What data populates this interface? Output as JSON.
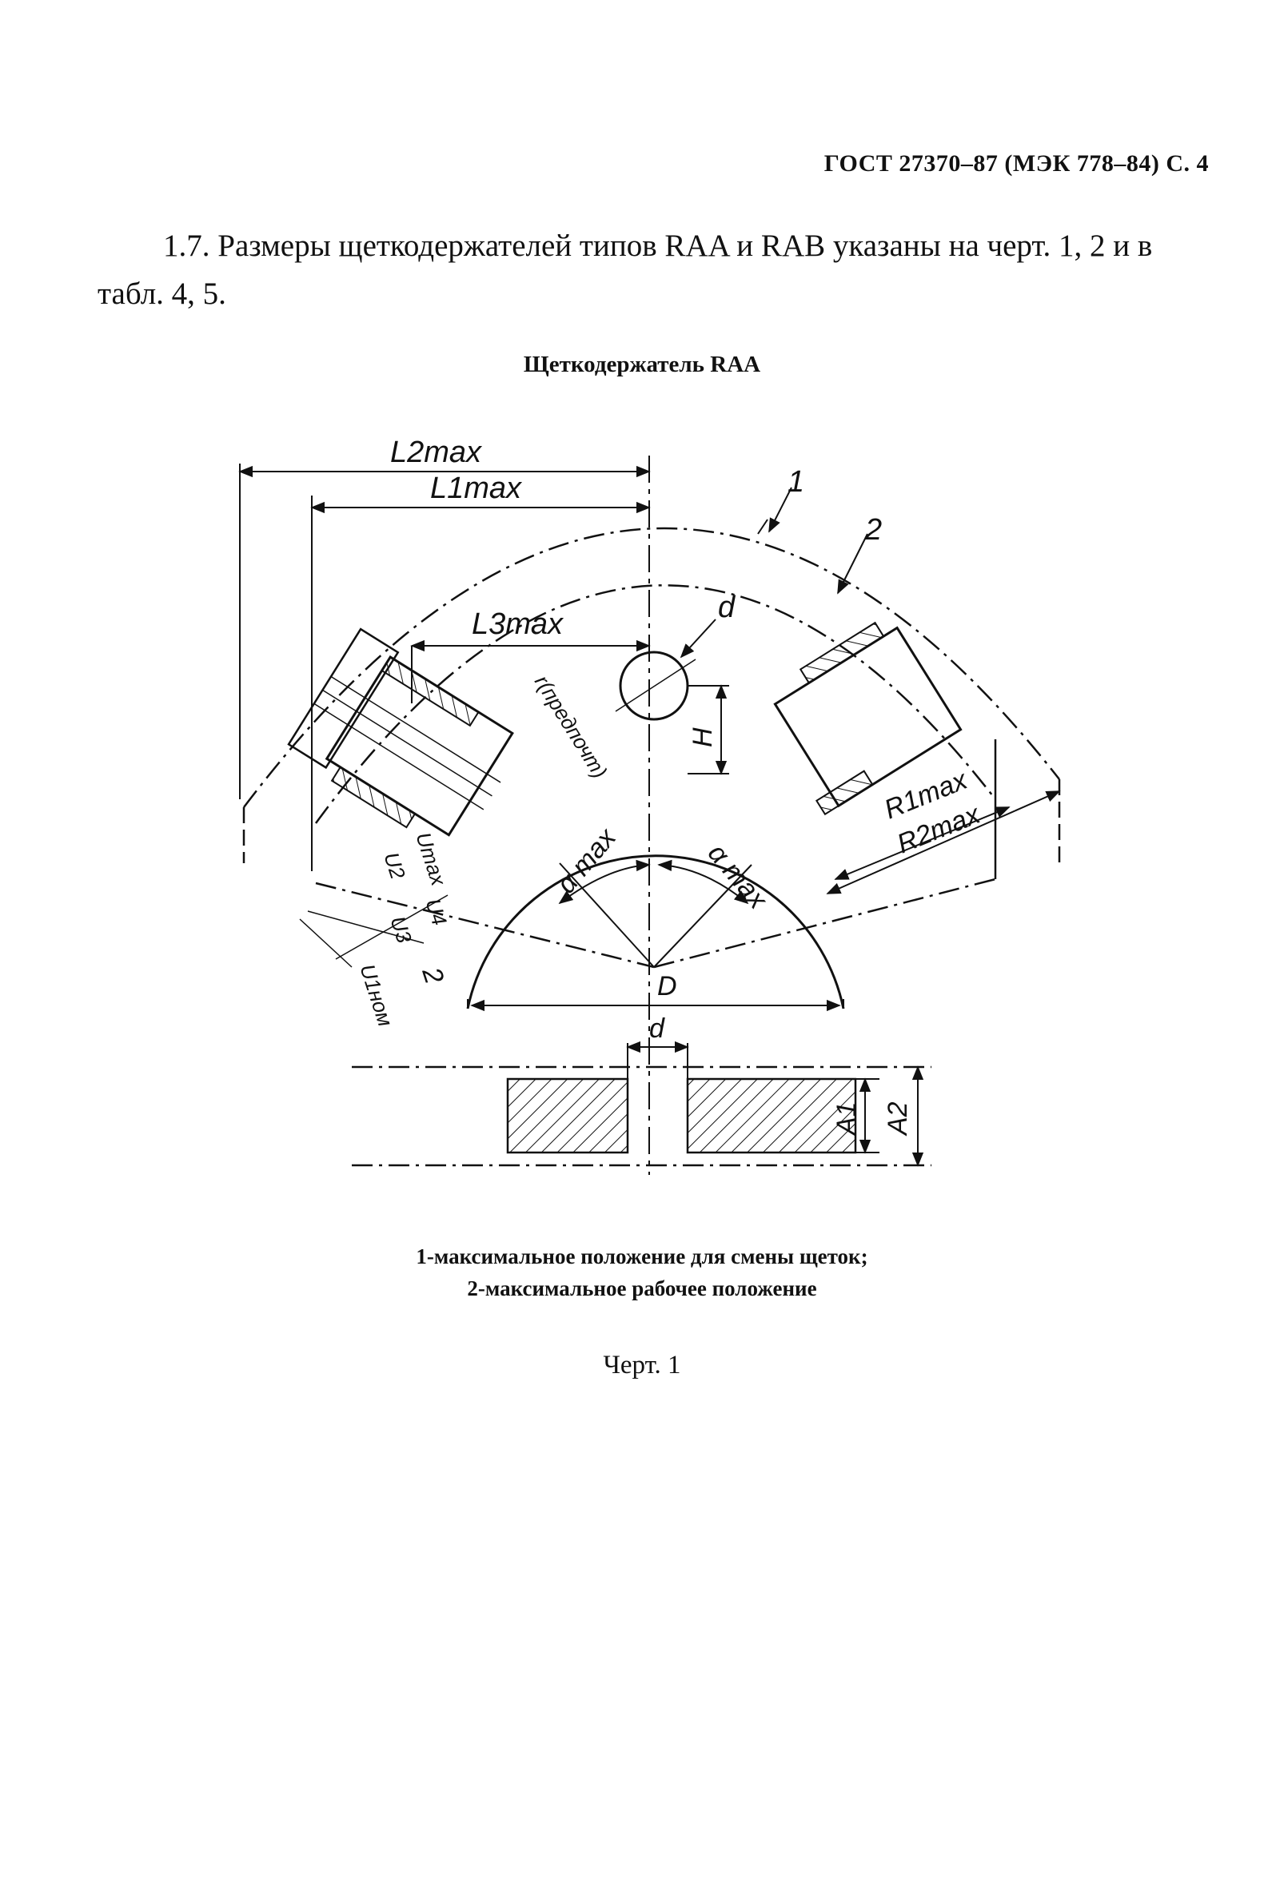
{
  "header": "ГОСТ 27370–87 (МЭК 778–84) С. 4",
  "paragraph": "1.7. Размеры щеткодержателей типов RAA и RAB указаны на черт. 1, 2 и в табл. 4, 5.",
  "figure": {
    "title": "Щеткодержатель RAA",
    "labels": {
      "l2": "L2max",
      "l1": "L1max",
      "l3": "L3max",
      "callout1": "1",
      "callout2": "2",
      "d_top": "d",
      "h": "H",
      "r_pref": "r(предпочт)",
      "r1": "R1max",
      "r2": "R2max",
      "alpha_left": "α max",
      "alpha_right": "α max",
      "d_diam": "D",
      "u_max": "Umax",
      "u2": "U2",
      "u4": "U4",
      "u3": "U3",
      "u1": "U1ном",
      "two_left": "2",
      "d_section": "d",
      "a1": "A1",
      "a2": "A2"
    }
  },
  "legend": {
    "line1": "1-максимальное положение для смены щеток;",
    "line2": "2-максимальное рабочее положение"
  },
  "caption": "Черт. 1"
}
